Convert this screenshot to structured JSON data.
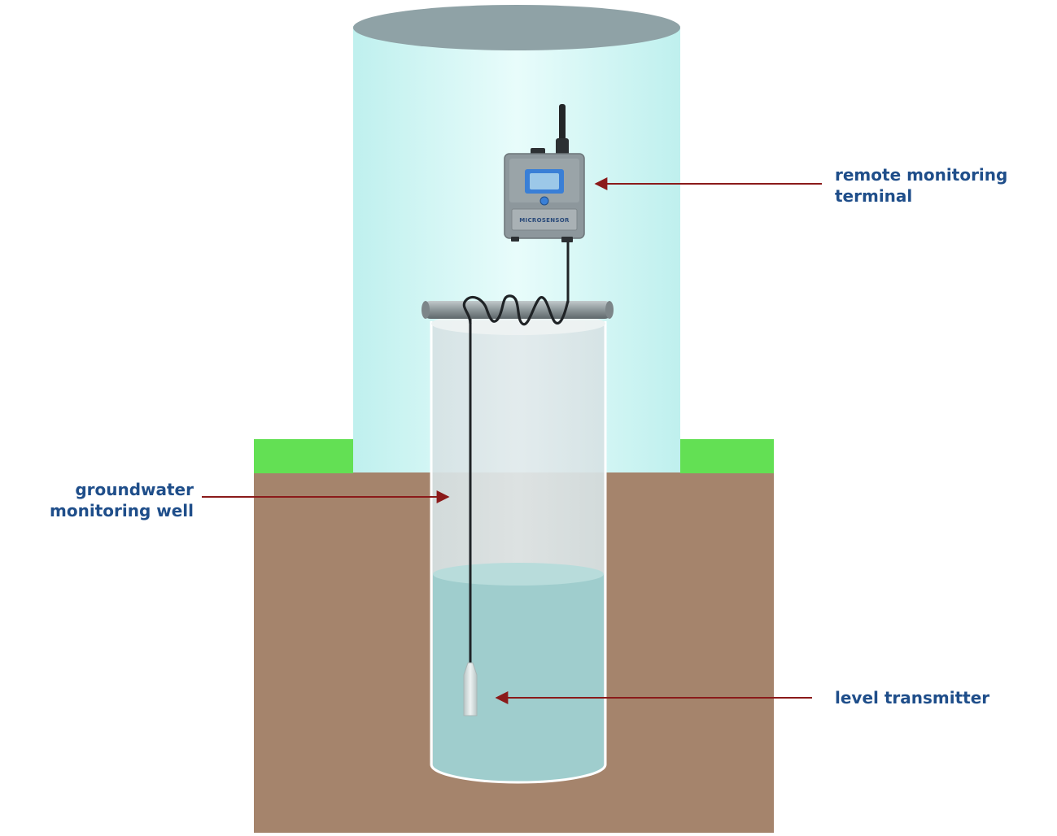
{
  "labels": {
    "terminal": [
      "remote monitoring",
      "terminal"
    ],
    "well": [
      "groundwater",
      "monitoring well"
    ],
    "transmitter": [
      "level transmitter"
    ]
  },
  "device": {
    "brand": "MICROSENSOR"
  },
  "colors": {
    "label_text": "#1f4e8a",
    "arrow": "#8b1a1a",
    "soil": "#a5846c",
    "grass": "#63e054",
    "light_cylinder": "#ccf4f2",
    "cylinder_top": "#8fa2a6",
    "water": "#9fcdcd",
    "device_body": "#8d979c",
    "device_screen": "#3a7fd6"
  }
}
